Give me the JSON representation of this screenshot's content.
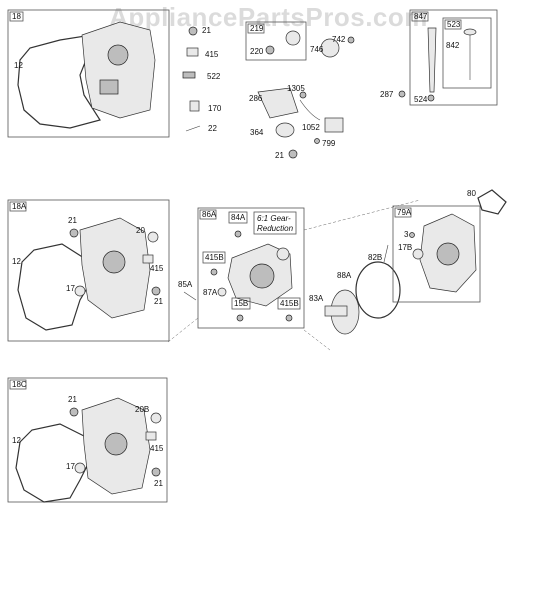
{
  "watermark": "AppliancePartsPros.com",
  "boxes": {
    "b1": "18",
    "b2": "18A",
    "b3": "18C",
    "b4": "86A",
    "b5": "79A",
    "b6": "847",
    "b7": "523",
    "b8": "219",
    "b9": "84A",
    "b10": "415B",
    "b11": "15B",
    "b12": "415B"
  },
  "gear_note": [
    "6:1 Gear-",
    "Reduction"
  ],
  "parts": {
    "p12a": "12",
    "p21a": "21",
    "p415a": "415",
    "p522": "522",
    "p170": "170",
    "p22": "22",
    "p220": "220",
    "p746": "746",
    "p742": "742",
    "p286": "286",
    "p1305": "1305",
    "p364": "364",
    "p1052": "1052",
    "p799": "799",
    "p21b": "21",
    "p842": "842",
    "p287": "287",
    "p524": "524",
    "p12b": "12",
    "p21c": "21",
    "p20": "20",
    "p415b": "415",
    "p17a": "17",
    "p21d": "21",
    "p85a": "85A",
    "p87a": "87A",
    "p83a": "83A",
    "p88a": "88A",
    "p82b": "82B",
    "p17b": "17B",
    "p3": "3",
    "p80": "80",
    "p12c": "12",
    "p21e": "21",
    "p20b": "20B",
    "p415c": "415",
    "p17c": "17",
    "p21f": "21"
  }
}
